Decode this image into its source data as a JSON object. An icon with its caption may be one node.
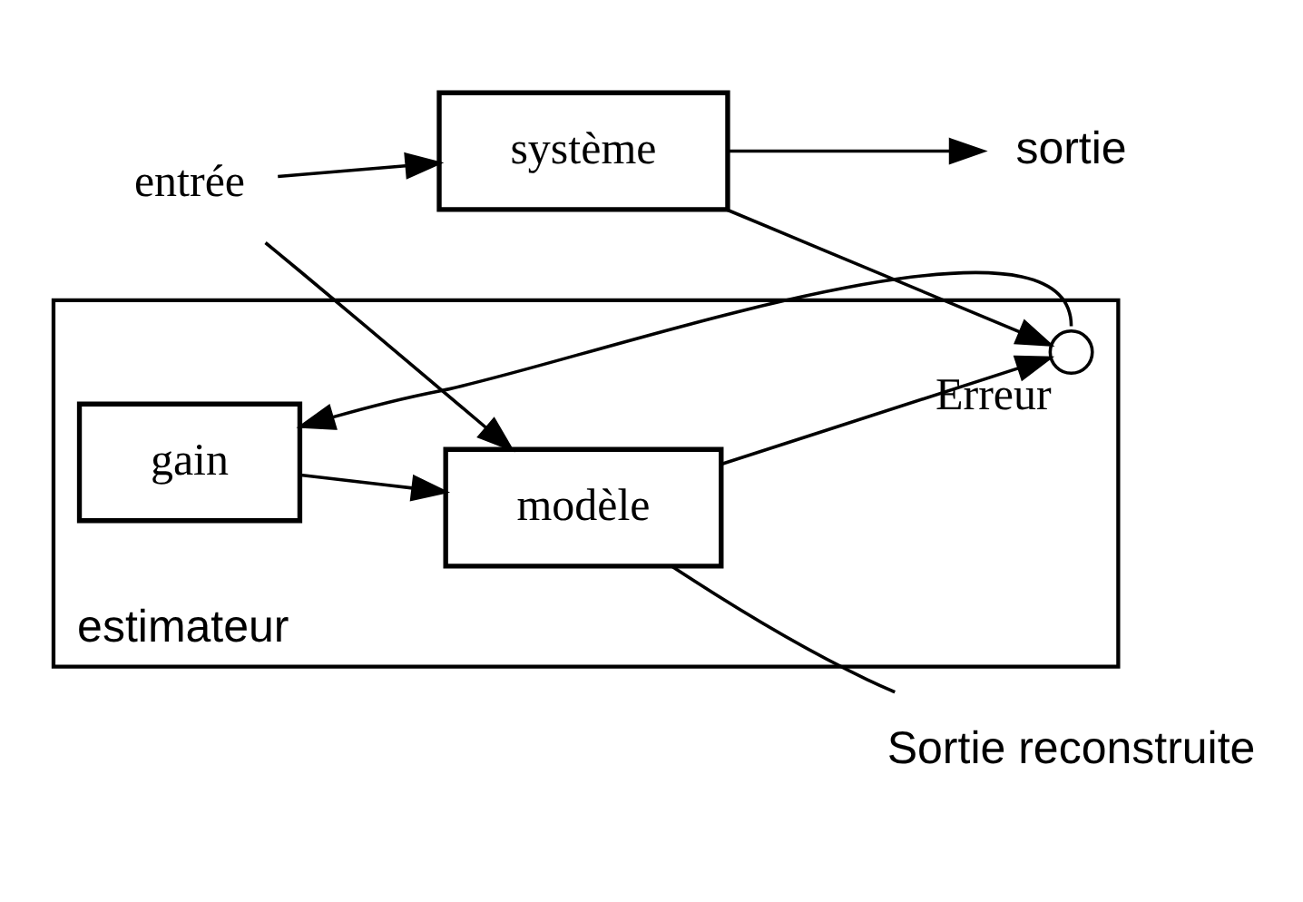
{
  "diagram": {
    "nodes": [
      {
        "text": [
          "entrée"
        ]
      },
      {
        "text": [
          "système"
        ]
      },
      {
        "text": [
          "sortie"
        ]
      },
      {
        "text": [
          "estimateur"
        ]
      },
      {
        "text": [
          "gain"
        ],
        "in": 3
      },
      {
        "text": [
          "modèle"
        ],
        "in": 3
      },
      {
        "text": [],
        "shape": "circle",
        "in": 3,
        "beside": [
          "Erreur"
        ]
      },
      {
        "text": [
          "Sortie reconstruite"
        ]
      }
    ],
    "edges": [
      {
        "from": 0,
        "to": 1,
        "arrow": "to"
      },
      {
        "from": 1,
        "to": 2,
        "arrow": "to"
      },
      {
        "from": 1,
        "to": 6,
        "arrow": "to"
      },
      {
        "from": 0,
        "to": 5,
        "arrow": "to"
      },
      {
        "from": 6,
        "to": 4,
        "arrow": "to"
      },
      {
        "from": 4,
        "to": 5,
        "arrow": "to"
      },
      {
        "from": 5,
        "to": 6,
        "arrow": "to"
      },
      {
        "from": 5,
        "to": 7,
        "arrow": "none"
      }
    ]
  }
}
